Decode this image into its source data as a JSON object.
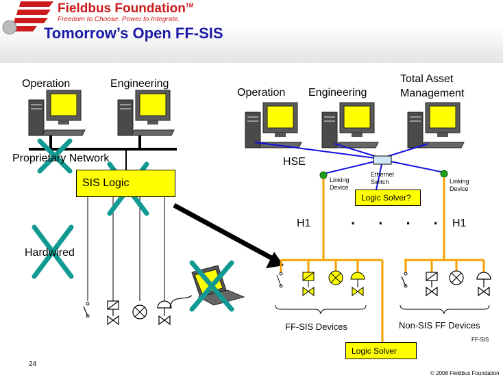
{
  "header": {
    "brand_name": "Fieldbus Foundation",
    "brand_tm": "TM",
    "brand_tagline": "Freedom to Choose. Power to Integrate.",
    "slide_title": "Tomorrow’s Open FF-SIS"
  },
  "left": {
    "operation_label": "Operation",
    "engineering_label": "Engineering",
    "network_label": "Proprietary Network",
    "sis_logic_label": "SIS Logic",
    "hardwired_label": "Hardwired"
  },
  "right": {
    "operation_label": "Operation",
    "engineering_label": "Engineering",
    "asset_mgmt_label_line1": "Total Asset",
    "asset_mgmt_label_line2": "Management",
    "hse_label": "HSE",
    "linking_device_left": "Linking Device",
    "ethernet_switch": "Ethernet Switch",
    "linking_device_right": "Linking Device",
    "logic_solver_q": "Logic Solver?",
    "ellipsis": ". . . .",
    "h1_left": "H1",
    "h1_right": "H1",
    "ffsis_devices": "FF-SIS Devices",
    "nonsis_devices": "Non-SIS FF Devices",
    "logic_solver": "Logic Solver",
    "ffsis_tag": "FF-SIS"
  },
  "footer": {
    "page_number": "24",
    "copyright": "© 2008 Fieldbus Foundation"
  },
  "colors": {
    "brand_red": "#cc1b1b",
    "title_blue": "#1a1aa6",
    "hse_blue": "#1010e0",
    "h1_orange": "#f5a000",
    "cross_teal": "#119a92",
    "box_yellow": "#ffff00",
    "screen_yellow": "#ffff00"
  },
  "icons": [
    "fieldbus-logo-icon",
    "computer-icon",
    "laptop-icon",
    "switch-icon",
    "valve-icon",
    "gauge-icon"
  ]
}
